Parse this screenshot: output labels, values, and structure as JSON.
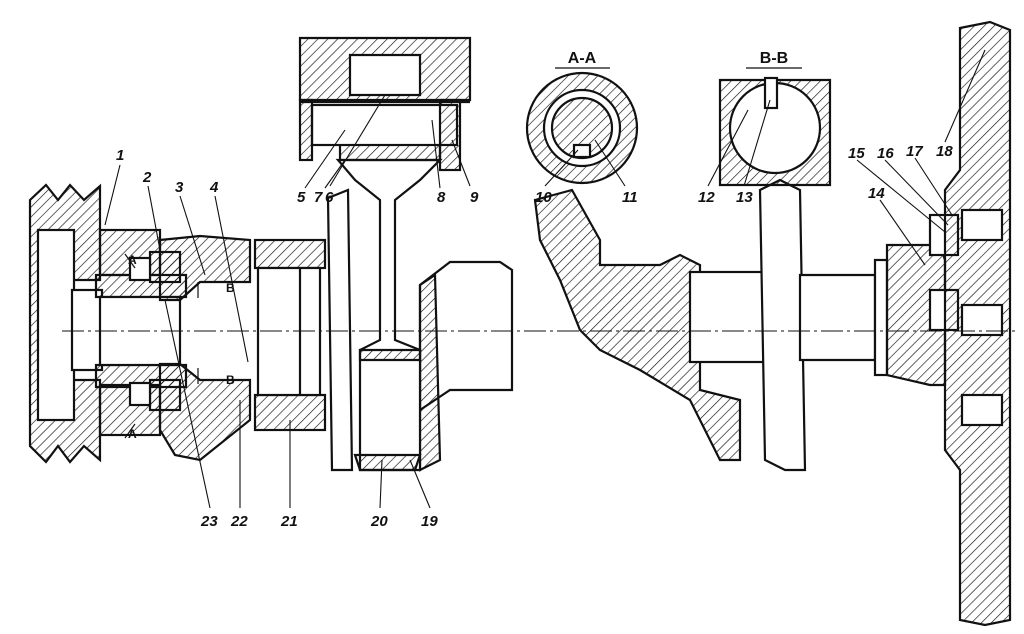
{
  "diagram": {
    "section_labels": {
      "aa": "A-A",
      "bb": "B-B"
    },
    "section_marks": {
      "a": "A",
      "b": "B"
    },
    "callouts": [
      "1",
      "2",
      "3",
      "4",
      "5",
      "6",
      "7",
      "8",
      "9",
      "10",
      "11",
      "12",
      "13",
      "14",
      "15",
      "16",
      "17",
      "18",
      "19",
      "20",
      "21",
      "22",
      "23"
    ]
  }
}
